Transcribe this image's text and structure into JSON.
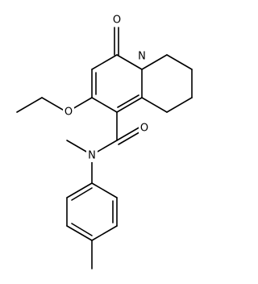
{
  "molecule": {
    "atoms": {
      "O_keto": "O",
      "N_ring": "N",
      "O_ether": "O",
      "O_amide": "O",
      "N_amide": "N"
    },
    "line_color": "#000000",
    "background": "#ffffff"
  }
}
